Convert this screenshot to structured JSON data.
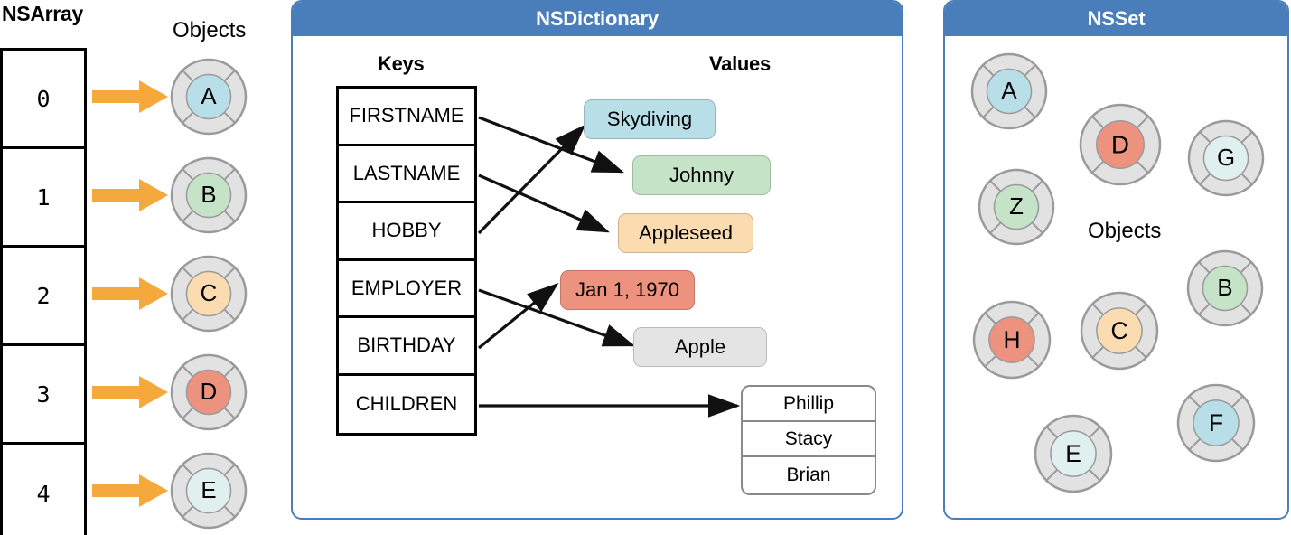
{
  "colors": {
    "panel_blue": "#4a7ebb",
    "arrow_orange": "#f5a83c",
    "obj_ring": "#e2e2e2",
    "obj_ring_stroke": "#9a9a9a",
    "blue": "#b8dfe8",
    "green": "#c5e3c6",
    "orange": "#fadcb0",
    "red": "#ee9280",
    "gray": "#e4e4e4",
    "pale": "#dff0ef"
  },
  "nsarray": {
    "title": "NSArray",
    "objects_label": "Objects",
    "indices": [
      "0",
      "1",
      "2",
      "3",
      "4"
    ],
    "objects": [
      {
        "letter": "A",
        "color": "#b8dfe8"
      },
      {
        "letter": "B",
        "color": "#c5e3c6"
      },
      {
        "letter": "C",
        "color": "#fadcb0"
      },
      {
        "letter": "D",
        "color": "#ee9280"
      },
      {
        "letter": "E",
        "color": "#dff0ef"
      }
    ]
  },
  "nsdictionary": {
    "title": "NSDictionary",
    "keys_header": "Keys",
    "values_header": "Values",
    "keys": [
      "FIRSTNAME",
      "LASTNAME",
      "HOBBY",
      "EMPLOYER",
      "BIRTHDAY",
      "CHILDREN"
    ],
    "values": [
      {
        "text": "Skydiving",
        "color": "#b8dfe8"
      },
      {
        "text": "Johnny",
        "color": "#c5e3c6"
      },
      {
        "text": "Appleseed",
        "color": "#fadcb0"
      },
      {
        "text": "Jan 1, 1970",
        "color": "#ee9280"
      },
      {
        "text": "Apple",
        "color": "#e4e4e4"
      }
    ],
    "children": [
      "Phillip",
      "Stacy",
      "Brian"
    ],
    "mappings": [
      {
        "key": "FIRSTNAME",
        "value": "Johnny"
      },
      {
        "key": "LASTNAME",
        "value": "Appleseed"
      },
      {
        "key": "HOBBY",
        "value": "Skydiving"
      },
      {
        "key": "EMPLOYER",
        "value": "Apple"
      },
      {
        "key": "BIRTHDAY",
        "value": "Jan 1, 1970"
      },
      {
        "key": "CHILDREN",
        "value": "Phillip / Stacy / Brian"
      }
    ]
  },
  "nsset": {
    "title": "NSSet",
    "objects_label": "Objects",
    "objects": [
      {
        "letter": "A",
        "color": "#b8dfe8"
      },
      {
        "letter": "D",
        "color": "#ee9280"
      },
      {
        "letter": "G",
        "color": "#dff0ef"
      },
      {
        "letter": "Z",
        "color": "#c5e3c6"
      },
      {
        "letter": "B",
        "color": "#c5e3c6"
      },
      {
        "letter": "H",
        "color": "#ee9280"
      },
      {
        "letter": "C",
        "color": "#fadcb0"
      },
      {
        "letter": "F",
        "color": "#b8dfe8"
      },
      {
        "letter": "E",
        "color": "#dff0ef"
      }
    ]
  }
}
